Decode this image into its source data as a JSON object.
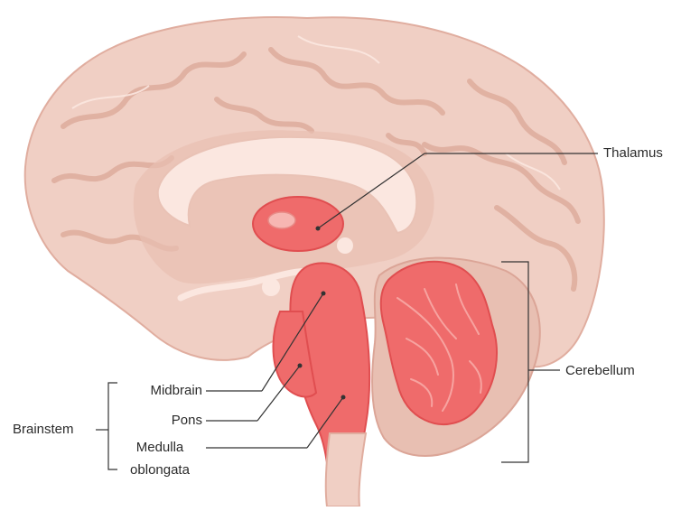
{
  "diagram": {
    "labels": {
      "thalamus": "Thalamus",
      "cerebellum": "Cerebellum",
      "midbrain": "Midbrain",
      "pons": "Pons",
      "medulla_line1": "Medulla",
      "medulla_line2": "oblongata",
      "brainstem": "Brainstem"
    },
    "colors": {
      "cortex": "#f0cfc4",
      "cortex_shade": "#e4b5a7",
      "gyri_lines": "#d9a596",
      "corpus_callosum": "#fbe7e0",
      "highlight": "#ef6b6b",
      "highlight_dark": "#e04e50",
      "leader_lines": "#333333"
    }
  }
}
